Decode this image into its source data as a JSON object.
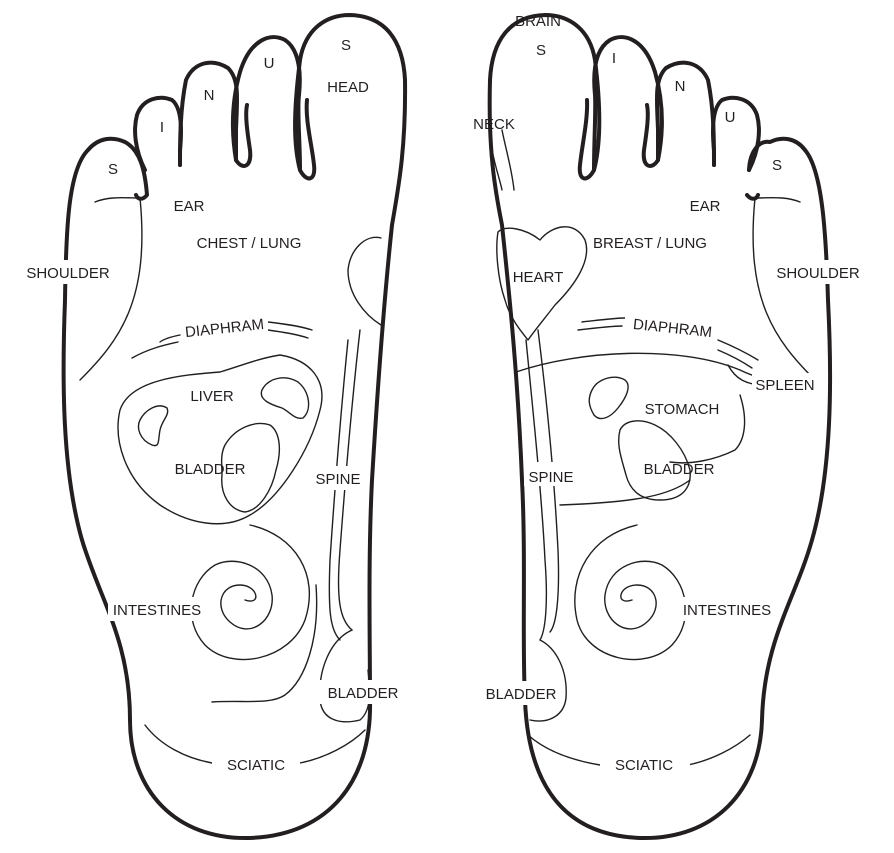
{
  "left_foot": {
    "toes": {
      "pinky": "S",
      "fourth": "I",
      "third": "N",
      "second": "U",
      "big": "S"
    },
    "labels": {
      "head": "HEAD",
      "ear": "EAR",
      "shoulder": "SHOULDER",
      "chest_lung": "CHEST / LUNG",
      "diaphram": "DIAPHRAM",
      "liver": "LIVER",
      "bladder_upper": "BLADDER",
      "spine": "SPINE",
      "intestines": "INTESTINES",
      "bladder_lower": "BLADDER",
      "sciatic": "SCIATIC"
    }
  },
  "right_foot": {
    "toes": {
      "big": "S",
      "second": "I",
      "third": "N",
      "fourth": "U",
      "pinky": "S"
    },
    "labels": {
      "brain": "BRAIN",
      "neck": "NECK",
      "ear": "EAR",
      "shoulder": "SHOULDER",
      "heart": "HEART",
      "breast_lung": "BREAST / LUNG",
      "diaphram": "DIAPHRAM",
      "spleen": "SPLEEN",
      "stomach": "STOMACH",
      "bladder_upper": "BLADDER",
      "spine": "SPINE",
      "intestines": "INTESTINES",
      "bladder_lower": "BLADDER",
      "sciatic": "SCIATIC"
    }
  },
  "colors": {
    "line": "#231f20",
    "background": "#ffffff"
  }
}
